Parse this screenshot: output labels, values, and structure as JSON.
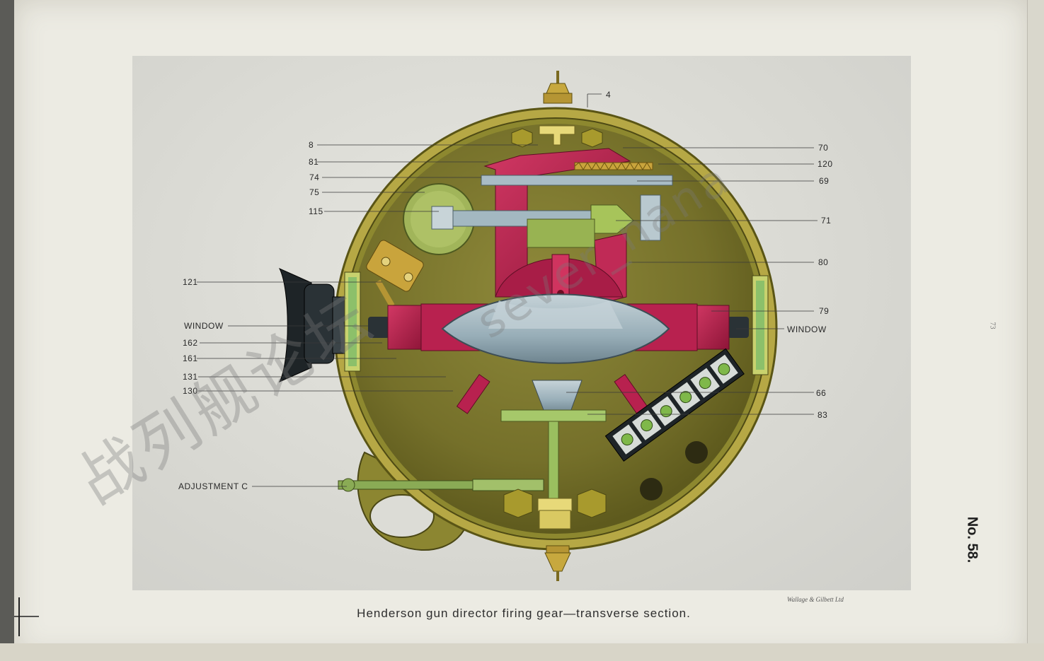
{
  "labels_left": [
    "8",
    "81",
    "74",
    "75",
    "115",
    "121",
    "WINDOW",
    "162",
    "161",
    "131",
    "130",
    "ADJUSTMENT C"
  ],
  "labels_right": [
    "4",
    "70",
    "120",
    "69",
    "71",
    "80",
    "79",
    "WINDOW",
    "66",
    "83"
  ],
  "caption": "Henderson gun director firing gear—transverse section.",
  "printer_credit": "Wallage & Gilbett Ltd",
  "page_number": "73",
  "plate_number": "No. 58.",
  "watermark_cn": "战列舰论坛",
  "watermark_en": "sever_nana",
  "colors": {
    "casing_gold": "#b6a845",
    "casing_dark": "#6d6a1f",
    "interior_olive": "#7f7a2c",
    "frame_crimson": "#b8214f",
    "steel_blue": "#9db2bd",
    "green_part": "#8bbf63",
    "brass": "#c7a83e"
  }
}
